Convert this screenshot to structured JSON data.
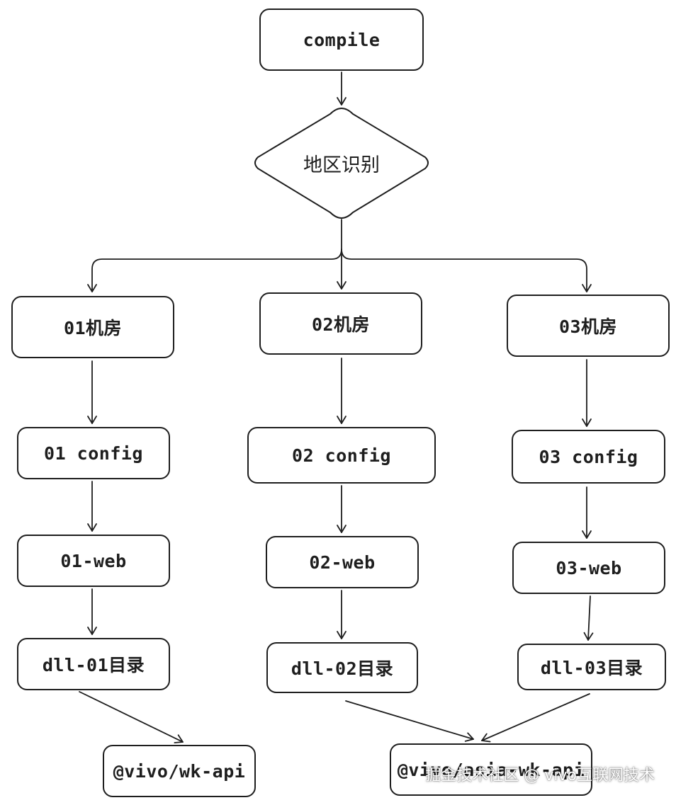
{
  "nodes": {
    "compile": "compile",
    "region": "地区识别",
    "room01": "01机房",
    "room02": "02机房",
    "room03": "03机房",
    "config01": "01 config",
    "config02": "02 config",
    "config03": "03 config",
    "web01": "01-web",
    "web02": "02-web",
    "web03": "03-web",
    "dll01": "dll-01目录",
    "dll02": "dll-02目录",
    "dll03": "dll-03目录",
    "pkg_api": "@vivo/wk-api",
    "pkg_asia": "@vivo/asia-wk-api"
  },
  "watermark": "掘金技术社区 @ vivo互联网技术",
  "colors": {
    "stroke": "#1e1e1e",
    "background": "#ffffff"
  }
}
